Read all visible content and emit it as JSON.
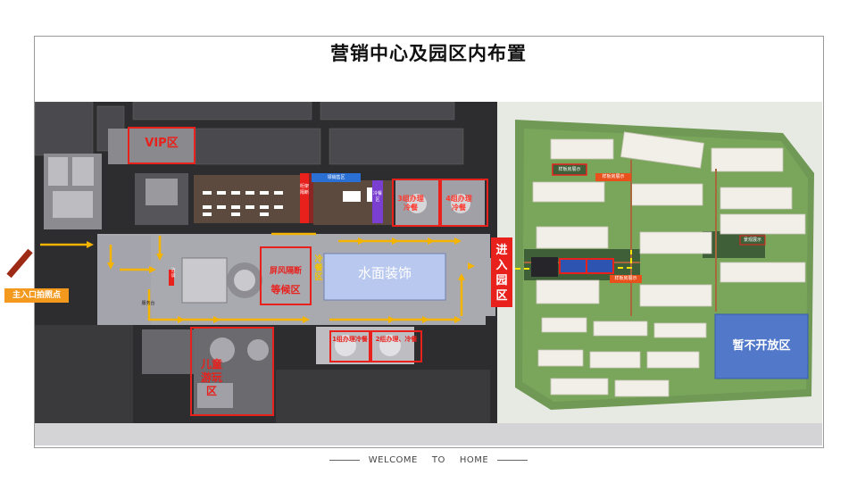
{
  "page": {
    "title": "营销中心及园区内布置",
    "footer": {
      "w1": "WELCOME",
      "w2": "TO",
      "w3": "HOME"
    }
  },
  "colors": {
    "accent_red": "#e8211c",
    "route_yellow": "#f5b400",
    "water_blue": "#b9c8ee",
    "closed_blue": "#4e74d6",
    "entry_orange": "#f39a1e"
  },
  "floorplan": {
    "entrance_badge": "主入口拍照点",
    "vip": "VIP区",
    "screen_partition_top": "桁架隔断",
    "sales_area": "领销售区",
    "cold_drink": "冷餐区",
    "group3": "3组办理冷餐",
    "group4": "4组办理冷餐",
    "screen_partition_wait": "屏风隔断",
    "waiting": "等候区",
    "cold_mid": "冷餐区",
    "water": "水面装饰",
    "group1": "1组办理冷餐",
    "group2": "2组办理、冷餐",
    "kids": "儿童游玩区",
    "kids_line1": "儿童",
    "kids_line2": "游玩",
    "kids_line3": "区",
    "small_left": "服务台",
    "small_mid": "洽谈"
  },
  "siteplan": {
    "enter_park": "进入园区",
    "closed_area": "暂不开放区",
    "tag1": "样板房展示",
    "tag2": "样板房展示",
    "tag3": "样板房展示",
    "tag4": "景观展示"
  }
}
